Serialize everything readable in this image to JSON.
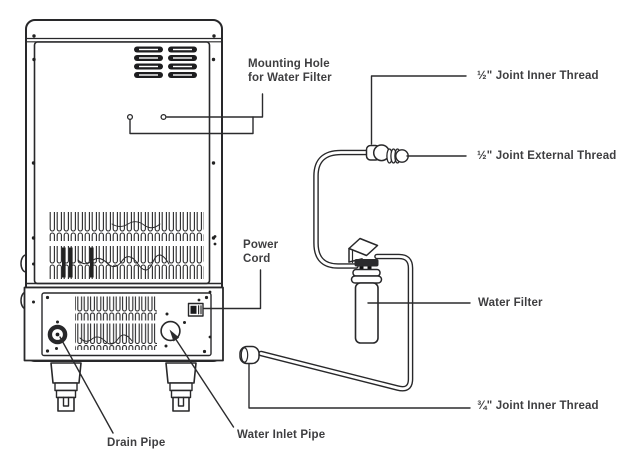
{
  "diagram": {
    "title_hint": "appliance rear panel with water filter installation callouts",
    "labels": {
      "mounting_hole": "Mounting Hole\nfor Water Filter",
      "joint_half_inner": "½\" Joint Inner Thread",
      "joint_half_external": "½\" Joint External Thread",
      "power_cord": "Power\nCord",
      "water_filter": "Water Filter",
      "joint_three_quarter_inner": "¾\" Joint Inner Thread",
      "drain_pipe": "Drain Pipe",
      "water_inlet_pipe": "Water Inlet Pipe"
    },
    "icons": [
      "appliance-back-panel-icon",
      "vent-grille-icon",
      "condenser-grille-icon",
      "mounting-holes-icon",
      "drain-pipe-icon",
      "water-inlet-icon",
      "power-socket-icon",
      "hose-icon",
      "half-inch-joint-icon",
      "threaded-nut-icon",
      "water-filter-cartridge-icon",
      "filter-bracket-icon",
      "three-quarter-joint-icon",
      "leveling-feet-icon"
    ],
    "colors": {
      "line": "#28282a",
      "text": "#3e3e40",
      "background": "#ffffff"
    }
  }
}
